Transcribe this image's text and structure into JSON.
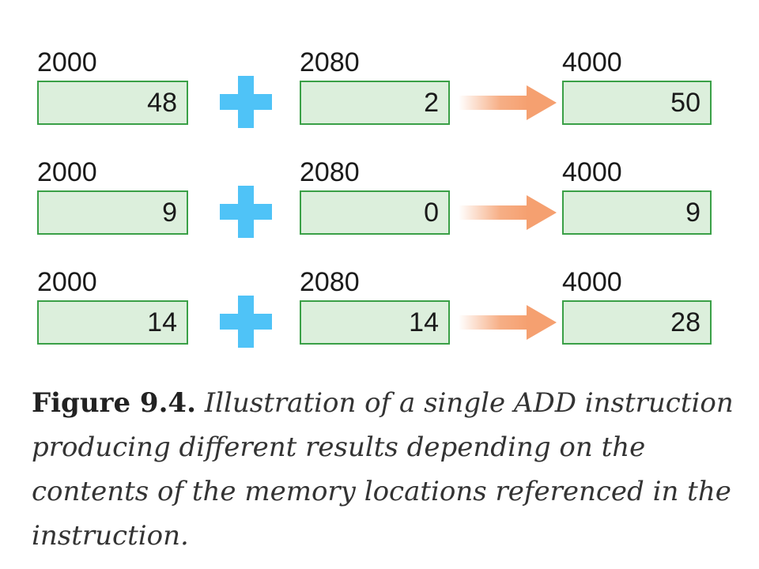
{
  "rows": [
    {
      "operand1": {
        "address": "2000",
        "value": "48"
      },
      "operand2": {
        "address": "2080",
        "value": "2"
      },
      "result": {
        "address": "4000",
        "value": "50"
      }
    },
    {
      "operand1": {
        "address": "2000",
        "value": "9"
      },
      "operand2": {
        "address": "2080",
        "value": "0"
      },
      "result": {
        "address": "4000",
        "value": "9"
      }
    },
    {
      "operand1": {
        "address": "2000",
        "value": "14"
      },
      "operand2": {
        "address": "2080",
        "value": "14"
      },
      "result": {
        "address": "4000",
        "value": "28"
      }
    }
  ],
  "icons": {
    "plus": "plus-icon",
    "arrow": "arrow-right-icon"
  },
  "colors": {
    "cell_fill": "#dcefdc",
    "cell_border": "#3aa047",
    "plus": "#4fc3f7",
    "arrow": "#f5a070"
  },
  "caption": {
    "label": "Figure 9.4.",
    "text": "Illustration of a single ADD instruction producing different results depending on the contents of the memory locations referenced in the instruction."
  }
}
